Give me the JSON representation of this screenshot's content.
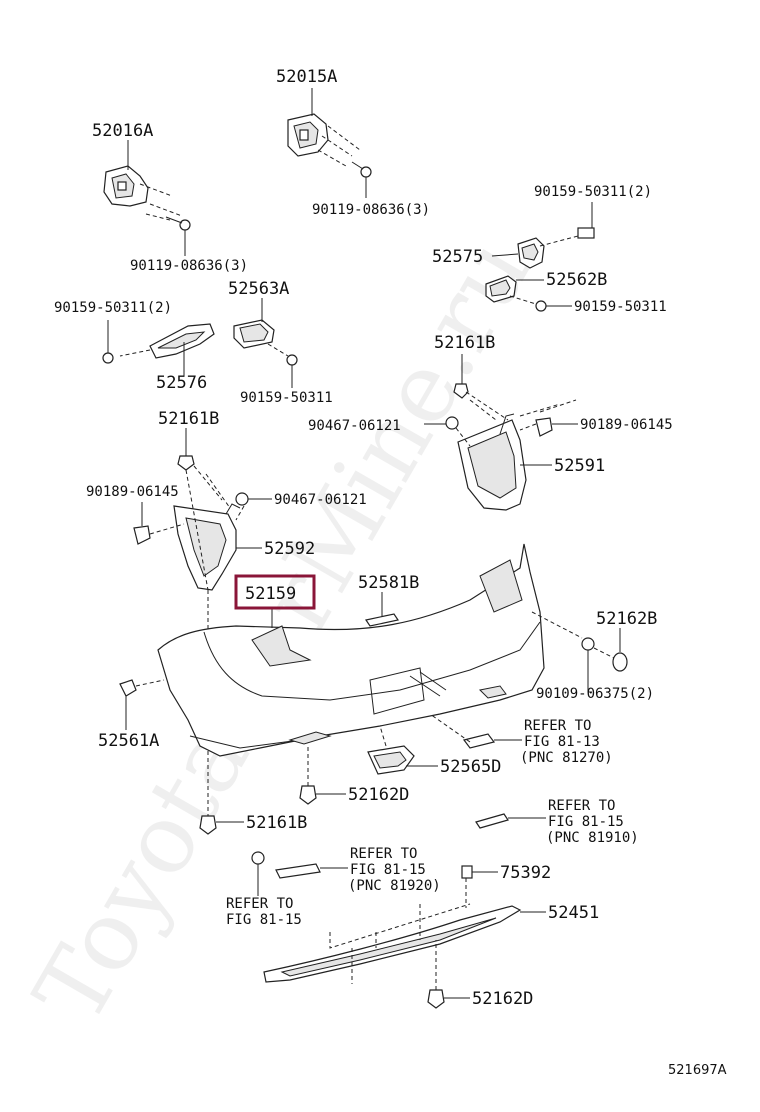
{
  "watermark": "ToyotaCarMine.ru",
  "figure_id": "521697A",
  "highlight_color": "#8a1538",
  "labels": {
    "p52015A": "52015A",
    "p52016A": "52016A",
    "p90119_a": "90119-08636(3)",
    "p90119_b": "90119-08636(3)",
    "p90159_top": "90159-50311(2)",
    "p52575": "52575",
    "p52562B": "52562B",
    "p90159_r": "90159-50311",
    "p90159_l": "90159-50311(2)",
    "p52563A": "52563A",
    "p52576": "52576",
    "p90159_c": "90159-50311",
    "p52161B_r": "52161B",
    "p90467_r": "90467-06121",
    "p90189_r": "90189-06145",
    "p52591": "52591",
    "p52161B_l": "52161B",
    "p90189_l": "90189-06145",
    "p90467_l": "90467-06121",
    "p52592": "52592",
    "p52159": "52159",
    "p52581B": "52581B",
    "p52162B": "52162B",
    "p90109": "90109-06375(2)",
    "p52561A": "52561A",
    "ref1_l1": "REFER TO",
    "ref1_l2": "FIG 81-13",
    "ref1_l3": "(PNC 81270)",
    "p52565D": "52565D",
    "p52162D_a": "52162D",
    "ref2_l1": "REFER TO",
    "ref2_l2": "FIG 81-15",
    "ref2_l3": "(PNC 81910)",
    "p52161B_b": "52161B",
    "ref3_l1": "REFER TO",
    "ref3_l2": "FIG 81-15",
    "ref3_l3": "(PNC 81920)",
    "p75392": "75392",
    "ref4_l1": "REFER TO",
    "ref4_l2": "FIG 81-15",
    "p52451": "52451",
    "p52162D_b": "52162D"
  }
}
